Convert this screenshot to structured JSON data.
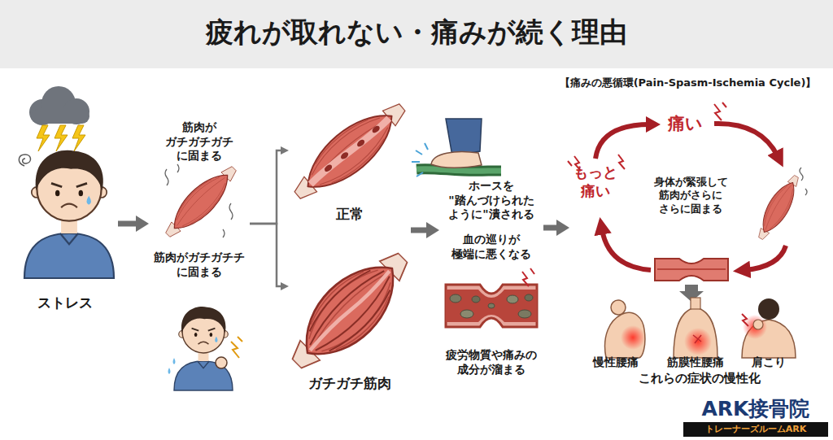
{
  "diagram": {
    "title": "疲れが取れない・痛みが続く理由",
    "nodes": [
      {
        "text": [
          "ストレス"
        ]
      },
      {
        "text": [
          "筋肉が ガチガチガチ に固まる",
          "筋肉がガチガチチ に固まる"
        ]
      },
      {
        "text": [
          "正常"
        ]
      },
      {
        "text": [
          "ガチガチ筋肉"
        ]
      },
      {
        "text": [
          "ホースを \"踏んづけられた ように\"潰される",
          "血の巡りが 極端に悪くなる",
          "疲労物質や痛みの 成分が溜まる"
        ]
      },
      {
        "text": [
          "【痛みの悪循環(Pain-Spasm-Ischemia Cycle)】"
        ]
      },
      {
        "text": [
          "痛い"
        ],
        "in": 5
      },
      {
        "text": [
          "身体が緊張して 筋肉がさらに さらに固まる"
        ],
        "in": 5
      },
      {
        "text": [
          "もっと 痛い"
        ],
        "in": 5
      },
      {
        "text": [
          "慢性腰痛"
        ]
      },
      {
        "text": [
          "筋膜性腰痛"
        ]
      },
      {
        "text": [
          "肩こり"
        ]
      },
      {
        "text": [
          "ARK接骨院",
          "トレーナーズルームARK"
        ]
      }
    ],
    "edges": [
      {
        "from": 0,
        "to": 1,
        "arrow": "to"
      },
      {
        "from": 1,
        "to": 2,
        "arrow": "to"
      },
      {
        "from": 1,
        "to": 3,
        "arrow": "to"
      },
      {
        "from": 3,
        "to": 4,
        "arrow": "to"
      },
      {
        "from": 4,
        "to": 5,
        "arrow": "to"
      },
      {
        "from": 8,
        "to": 6,
        "arrow": "to"
      }
    ],
    "labels": [
      "これらの症状の慢性化"
    ]
  }
}
